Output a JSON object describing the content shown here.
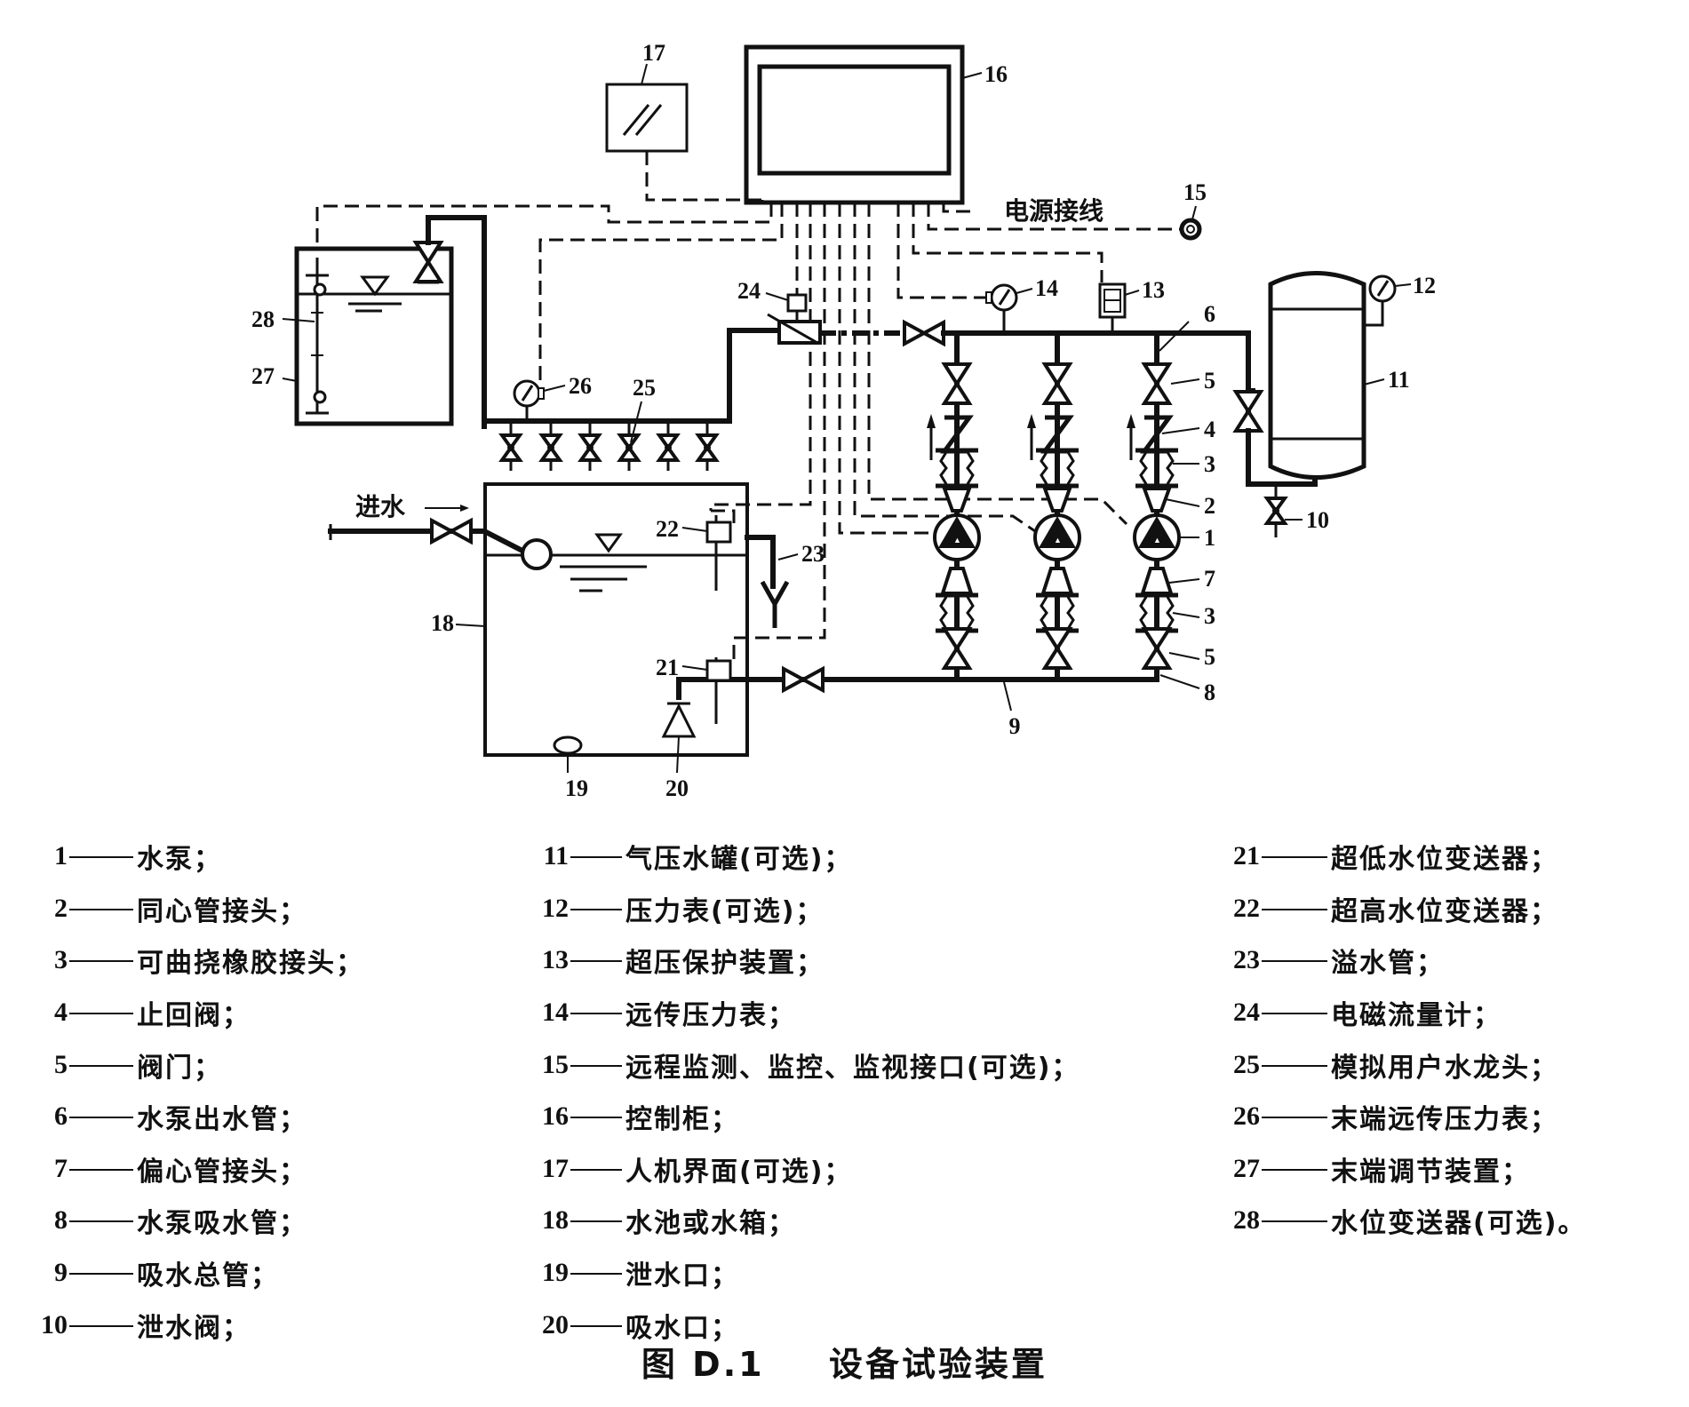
{
  "figure": {
    "caption_number": "图 D.1",
    "caption_title": "设备试验装置",
    "power_label": "电源接线",
    "inlet_label": "进水",
    "callouts": {
      "c1": "1",
      "c2": "2",
      "c3a": "3",
      "c3b": "3",
      "c4": "4",
      "c5a": "5",
      "c5b": "5",
      "c6": "6",
      "c7": "7",
      "c8": "8",
      "c9": "9",
      "c10": "10",
      "c11": "11",
      "c12": "12",
      "c13": "13",
      "c14": "14",
      "c15": "15",
      "c16": "16",
      "c17": "17",
      "c18": "18",
      "c19": "19",
      "c20": "20",
      "c21": "21",
      "c22": "22",
      "c23": "23",
      "c24": "24",
      "c25": "25",
      "c26": "26",
      "c27": "27",
      "c28": "28"
    }
  },
  "legend": {
    "col1": [
      {
        "num": "1",
        "text": "水泵；"
      },
      {
        "num": "2",
        "text": "同心管接头；"
      },
      {
        "num": "3",
        "text": "可曲挠橡胶接头；"
      },
      {
        "num": "4",
        "text": "止回阀；"
      },
      {
        "num": "5",
        "text": "阀门；"
      },
      {
        "num": "6",
        "text": "水泵出水管；"
      },
      {
        "num": "7",
        "text": "偏心管接头；"
      },
      {
        "num": "8",
        "text": "水泵吸水管；"
      },
      {
        "num": "9",
        "text": "吸水总管；"
      },
      {
        "num": "10",
        "text": "泄水阀；"
      }
    ],
    "col2": [
      {
        "num": "11",
        "text": "气压水罐(可选)；"
      },
      {
        "num": "12",
        "text": "压力表(可选)；"
      },
      {
        "num": "13",
        "text": "超压保护装置；"
      },
      {
        "num": "14",
        "text": "远传压力表；"
      },
      {
        "num": "15",
        "text": "远程监测、监控、监视接口(可选)；"
      },
      {
        "num": "16",
        "text": "控制柜；"
      },
      {
        "num": "17",
        "text": "人机界面(可选)；"
      },
      {
        "num": "18",
        "text": "水池或水箱；"
      },
      {
        "num": "19",
        "text": "泄水口；"
      },
      {
        "num": "20",
        "text": "吸水口；"
      }
    ],
    "col3": [
      {
        "num": "21",
        "text": "超低水位变送器；"
      },
      {
        "num": "22",
        "text": "超高水位变送器；"
      },
      {
        "num": "23",
        "text": "溢水管；"
      },
      {
        "num": "24",
        "text": "电磁流量计；"
      },
      {
        "num": "25",
        "text": "模拟用户水龙头；"
      },
      {
        "num": "26",
        "text": "末端远传压力表；"
      },
      {
        "num": "27",
        "text": "末端调节装置；"
      },
      {
        "num": "28",
        "text": "水位变送器(可选)。"
      }
    ]
  }
}
